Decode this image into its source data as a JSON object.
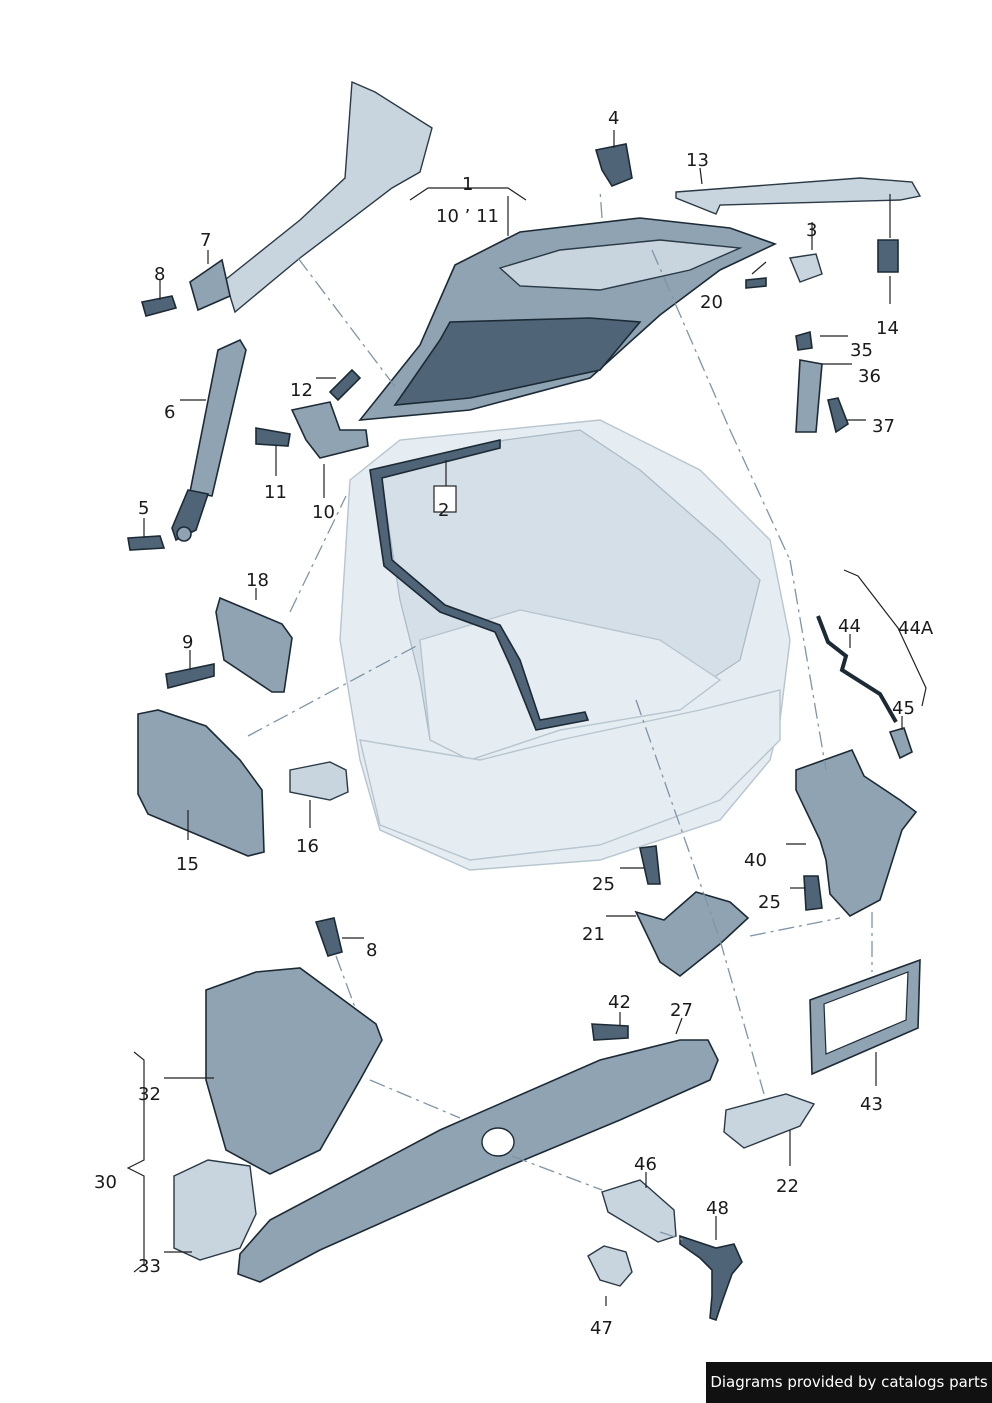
{
  "credit": "Diagrams provided by catalogs parts",
  "callouts": [
    {
      "id": "c1",
      "text": "1"
    },
    {
      "id": "c10_11",
      "text": "10 ’ 11"
    },
    {
      "id": "c2",
      "text": "2"
    },
    {
      "id": "c3",
      "text": "3"
    },
    {
      "id": "c4",
      "text": "4"
    },
    {
      "id": "c5",
      "text": "5"
    },
    {
      "id": "c6",
      "text": "6"
    },
    {
      "id": "c7",
      "text": "7"
    },
    {
      "id": "c8a",
      "text": "8"
    },
    {
      "id": "c8b",
      "text": "8"
    },
    {
      "id": "c9",
      "text": "9"
    },
    {
      "id": "c10",
      "text": "10"
    },
    {
      "id": "c11",
      "text": "11"
    },
    {
      "id": "c12",
      "text": "12"
    },
    {
      "id": "c13",
      "text": "13"
    },
    {
      "id": "c14",
      "text": "14"
    },
    {
      "id": "c15",
      "text": "15"
    },
    {
      "id": "c16",
      "text": "16"
    },
    {
      "id": "c18",
      "text": "18"
    },
    {
      "id": "c20",
      "text": "20"
    },
    {
      "id": "c21",
      "text": "21"
    },
    {
      "id": "c22",
      "text": "22"
    },
    {
      "id": "c25a",
      "text": "25"
    },
    {
      "id": "c25b",
      "text": "25"
    },
    {
      "id": "c27",
      "text": "27"
    },
    {
      "id": "c30",
      "text": "30"
    },
    {
      "id": "c32",
      "text": "32"
    },
    {
      "id": "c33",
      "text": "33"
    },
    {
      "id": "c35",
      "text": "35"
    },
    {
      "id": "c36",
      "text": "36"
    },
    {
      "id": "c37",
      "text": "37"
    },
    {
      "id": "c40",
      "text": "40"
    },
    {
      "id": "c42",
      "text": "42"
    },
    {
      "id": "c43",
      "text": "43"
    },
    {
      "id": "c44",
      "text": "44"
    },
    {
      "id": "c44a",
      "text": "44A"
    },
    {
      "id": "c45",
      "text": "45"
    },
    {
      "id": "c46",
      "text": "46"
    },
    {
      "id": "c47",
      "text": "47"
    },
    {
      "id": "c48",
      "text": "48"
    }
  ]
}
